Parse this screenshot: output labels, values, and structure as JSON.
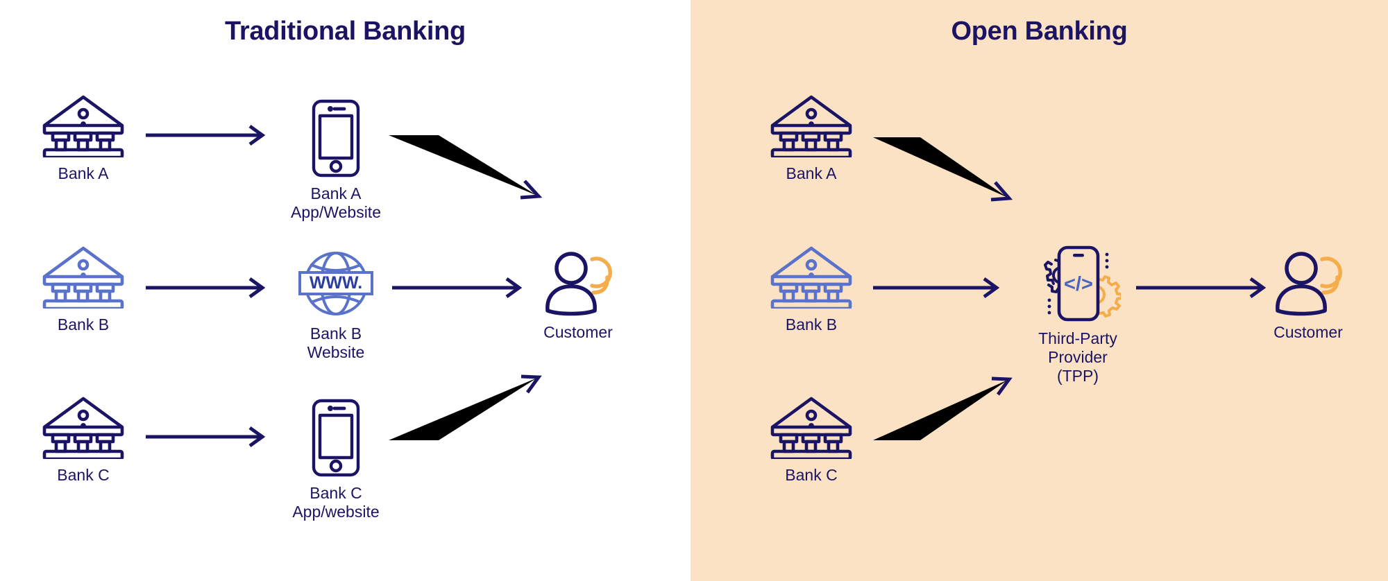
{
  "colors": {
    "navy": "#1b1464",
    "periwinkle": "#5a72c9",
    "amber": "#f5ac4a",
    "peach_background": "#fbe2c4",
    "white_background": "#ffffff"
  },
  "panels": {
    "left": {
      "title": "Traditional Banking",
      "background": "#ffffff",
      "nodes": [
        {
          "id": "bank-a",
          "icon": "bank-icon",
          "label": "Bank A",
          "color": "#1b1464"
        },
        {
          "id": "bank-b",
          "icon": "bank-icon",
          "label": "Bank B",
          "color": "#5a72c9"
        },
        {
          "id": "bank-c",
          "icon": "bank-icon",
          "label": "Bank C",
          "color": "#1b1464"
        },
        {
          "id": "bank-a-app",
          "icon": "phone-icon",
          "label": "Bank A\nApp/Website",
          "color": "#1b1464"
        },
        {
          "id": "bank-b-website",
          "icon": "globe-www-icon",
          "label": "Bank B\nWebsite",
          "color": "#5a72c9",
          "icon_text": "WWW."
        },
        {
          "id": "bank-c-app",
          "icon": "phone-icon",
          "label": "Bank C\nApp/website",
          "color": "#1b1464"
        },
        {
          "id": "customer",
          "icon": "customer-icon",
          "label": "Customer",
          "color": "#1b1464"
        }
      ],
      "connectors": [
        {
          "from": "bank-a",
          "to": "bank-a-app",
          "type": "straight-right"
        },
        {
          "from": "bank-b",
          "to": "bank-b-website",
          "type": "straight-right"
        },
        {
          "from": "bank-c",
          "to": "bank-c-app",
          "type": "straight-right"
        },
        {
          "from": "bank-a-app",
          "to": "customer",
          "type": "elbow-down-right"
        },
        {
          "from": "bank-b-website",
          "to": "customer",
          "type": "straight-right"
        },
        {
          "from": "bank-c-app",
          "to": "customer",
          "type": "elbow-up-right"
        }
      ]
    },
    "right": {
      "title": "Open Banking",
      "background": "#fbe2c4",
      "nodes": [
        {
          "id": "ob-bank-a",
          "icon": "bank-icon",
          "label": "Bank A",
          "color": "#1b1464"
        },
        {
          "id": "ob-bank-b",
          "icon": "bank-icon",
          "label": "Bank B",
          "color": "#5a72c9"
        },
        {
          "id": "ob-bank-c",
          "icon": "bank-icon",
          "label": "Bank C",
          "color": "#1b1464"
        },
        {
          "id": "ob-tpp",
          "icon": "tpp-code-phone-icon",
          "label": "Third-Party\nProvider\n(TPP)",
          "color": "#1b1464",
          "icon_text": "</>"
        },
        {
          "id": "ob-customer",
          "icon": "customer-icon",
          "label": "Customer",
          "color": "#1b1464"
        }
      ],
      "connectors": [
        {
          "from": "ob-bank-a",
          "to": "ob-tpp",
          "type": "elbow-down-right"
        },
        {
          "from": "ob-bank-b",
          "to": "ob-tpp",
          "type": "straight-right"
        },
        {
          "from": "ob-bank-c",
          "to": "ob-tpp",
          "type": "elbow-up-right"
        },
        {
          "from": "ob-tpp",
          "to": "ob-customer",
          "type": "straight-right"
        }
      ]
    }
  }
}
